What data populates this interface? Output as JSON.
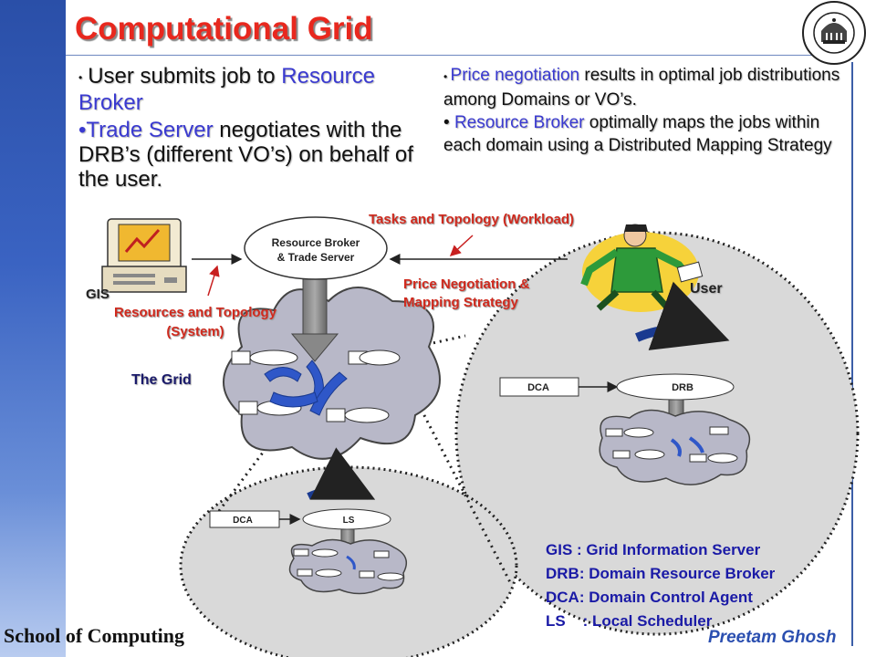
{
  "title": "Computational Grid",
  "left_bullets": {
    "b1_prefix": "User submits job to ",
    "b1_highlight": "Resource Broker",
    "b2_highlight": "•Trade Server",
    "b2_rest": " negotiates with the DRB’s (different VO’s) on behalf of the user."
  },
  "right_bullets": {
    "b1_highlight": "Price negotiation",
    "b1_rest": " results in optimal job distributions among Domains or VO’s.",
    "b2_highlight": "Resource Broker",
    "b2_rest": " optimally maps the jobs within each domain using a Distributed Mapping Strategy"
  },
  "diagram": {
    "broker_line1": "Resource Broker",
    "broker_line2": "& Trade Server",
    "gis_label": "GIS",
    "user_label": "User",
    "tasks_label": "Tasks and Topology (Workload)",
    "price_line1": "Price Negotiation &",
    "price_line2": "Mapping Strategy",
    "resources_line1": "Resources and Topology",
    "resources_line2": "(System)",
    "grid_label": "The Grid",
    "dca_label_1": "DCA",
    "drb_label": "DRB",
    "dca_label_2": "DCA",
    "ls_label": "LS"
  },
  "legend": [
    "GIS : Grid Information Server",
    "DRB: Domain Resource Broker",
    "DCA: Domain Control Agent",
    "LS    : Local Scheduler"
  ],
  "footer": {
    "left": "School of Computing",
    "right": "Preetam Ghosh"
  },
  "colors": {
    "title": "#e8281e",
    "highlight": "#3a3ad0",
    "label_red": "#d02a1e",
    "legend": "#1a1aa6",
    "cloud": "#b8b8c8",
    "domain_bg": "#d8d8d8"
  }
}
